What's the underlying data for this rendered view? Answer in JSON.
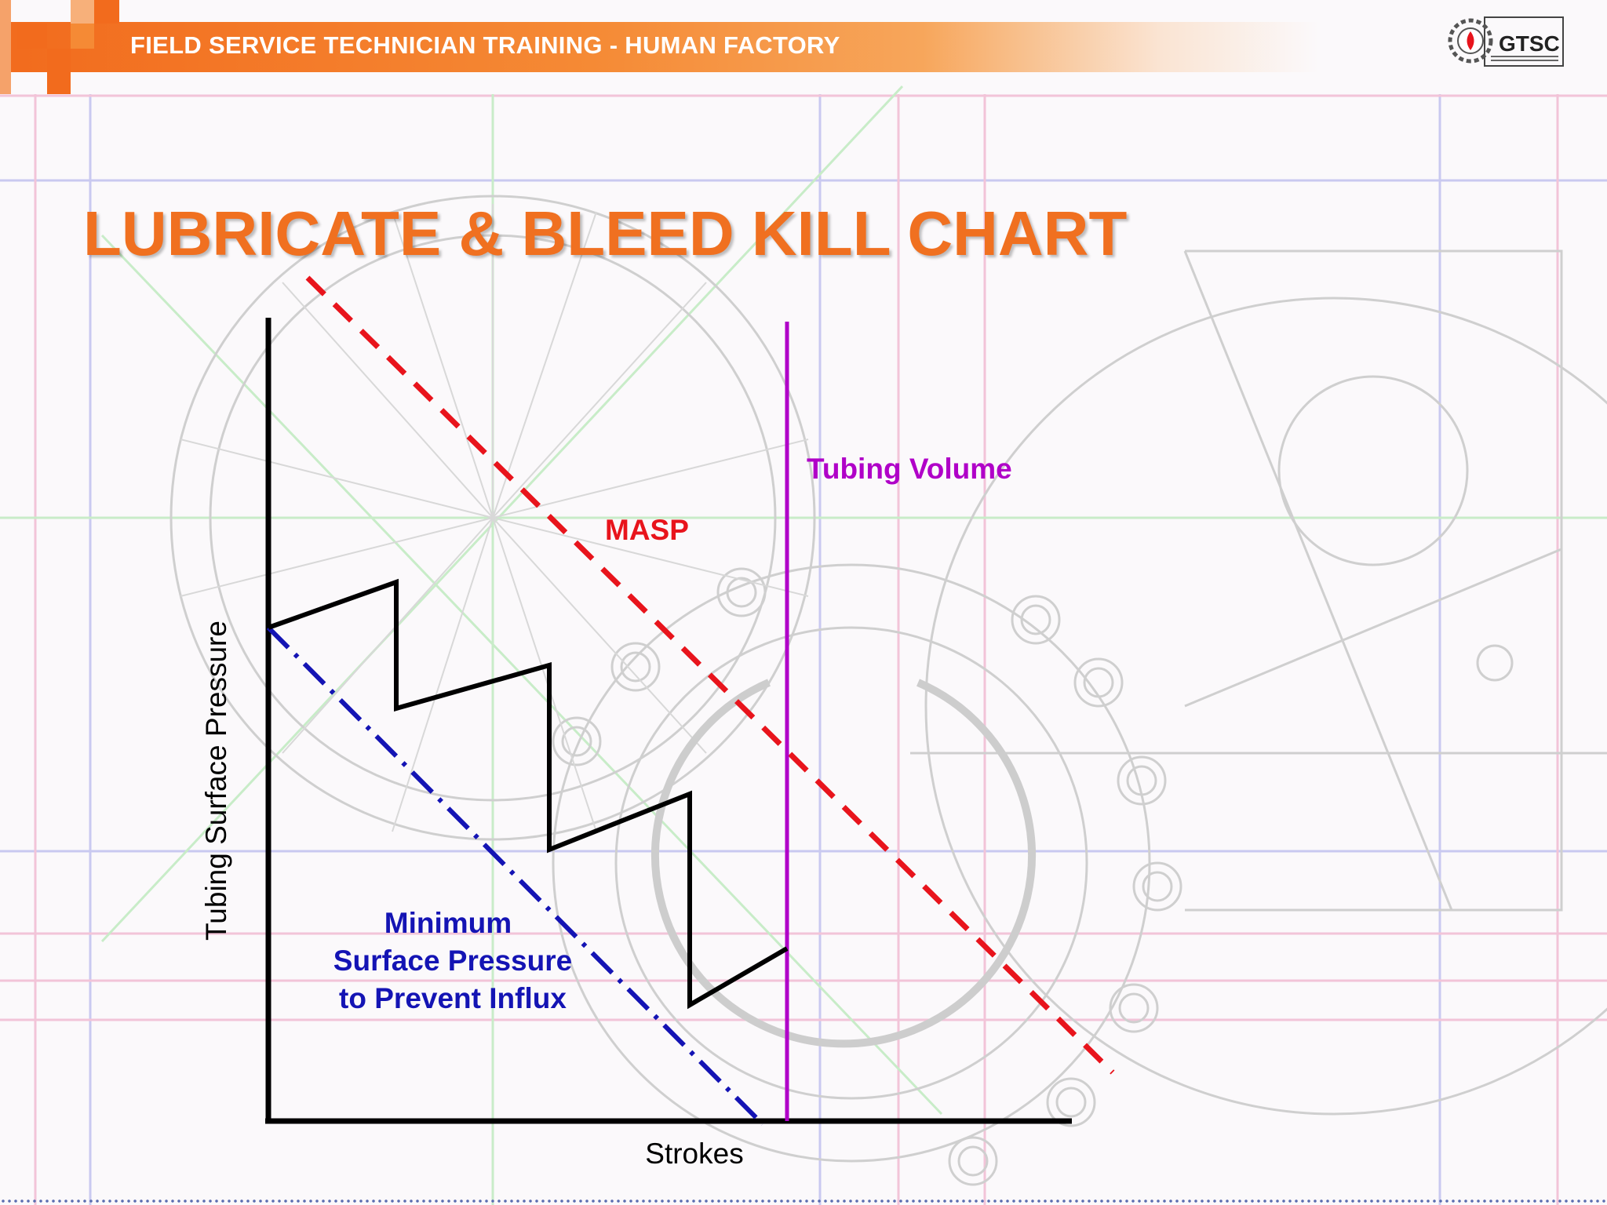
{
  "header": {
    "title": "FIELD SERVICE TECHNICIAN TRAINING - HUMAN FACTORY",
    "logo_text": "GTSC",
    "colors": {
      "bar": "#f26b1d",
      "title_text": "#ffffff"
    }
  },
  "slide": {
    "title": "LUBRICATE & BLEED KILL CHART",
    "title_color": "#f07020"
  },
  "diagram": {
    "axes": {
      "x_label": "Strokes",
      "y_label": "Tubing Surface Pressure"
    },
    "labels": {
      "tubing_volume": "Tubing Volume",
      "masp": "MASP",
      "min_pressure_line1": "Minimum",
      "min_pressure_line2": "Surface Pressure",
      "min_pressure_line3": "to Prevent Influx"
    },
    "colors": {
      "tubing_volume": "#b000c8",
      "masp": "#e8141c",
      "min_pressure": "#1414b4",
      "sawtooth": "#000000",
      "axes": "#000000"
    }
  }
}
